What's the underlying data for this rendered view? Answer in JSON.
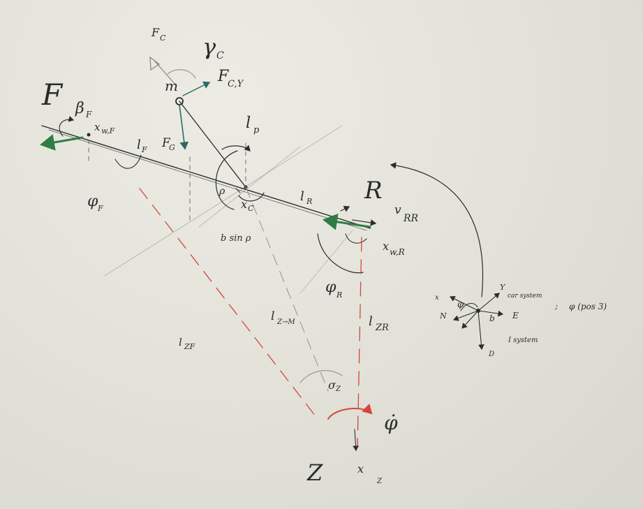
{
  "labels": {
    "F": "F",
    "beta_F": "β",
    "beta_F_sub": "F",
    "x_wF": "x",
    "x_wF_sub": "w,F",
    "l_F": "l",
    "l_F_sub": "F",
    "phi_F": "φ",
    "phi_F_sub": "F",
    "Fc": "F",
    "Fc_sub": "C",
    "gamma_C": "γ",
    "gamma_C_sub": "C",
    "m": "m",
    "F_CY": "F",
    "F_CY_sub": "C,Y",
    "F_G": "F",
    "F_G_sub": "G",
    "l_p": "l",
    "l_p_sub": "p",
    "rho": "ρ",
    "x_C": "x",
    "x_C_sub": "C",
    "b_sin_rho": "b sin ρ",
    "l_R": "l",
    "l_R_sub": "R",
    "R": "R",
    "v_RR": "v",
    "v_RR_sub": "RR",
    "x_wR": "x",
    "x_wR_sub": "w,R",
    "phi_R": "φ",
    "phi_R_sub": "R",
    "l_ZM": "l",
    "l_ZM_sub": "Z→M",
    "l_ZR": "l",
    "l_ZR_sub": "ZR",
    "l_ZF": "l",
    "l_ZF_sub": "ZF",
    "sigma_Z": "σ",
    "sigma_Z_sub": "Z",
    "phi_dot": "φ̇",
    "Z": "Z",
    "x_Z": "x",
    "x_Z_sub": "Z"
  },
  "coordinate_system": {
    "x_axis": "x",
    "phi": "φ",
    "y_axis": "Y",
    "car_system": "car system",
    "N": "N",
    "b": "b",
    "E": "E",
    "phi_note": "φ (pos 3)",
    "semicolon": ";",
    "I_system": "I system",
    "D": "D"
  },
  "colors": {
    "ink": "#2c2c2c",
    "pencil": "#6f6f6a",
    "red": "#d6453c",
    "green": "#2f7d45",
    "teal": "#2d6a63"
  }
}
